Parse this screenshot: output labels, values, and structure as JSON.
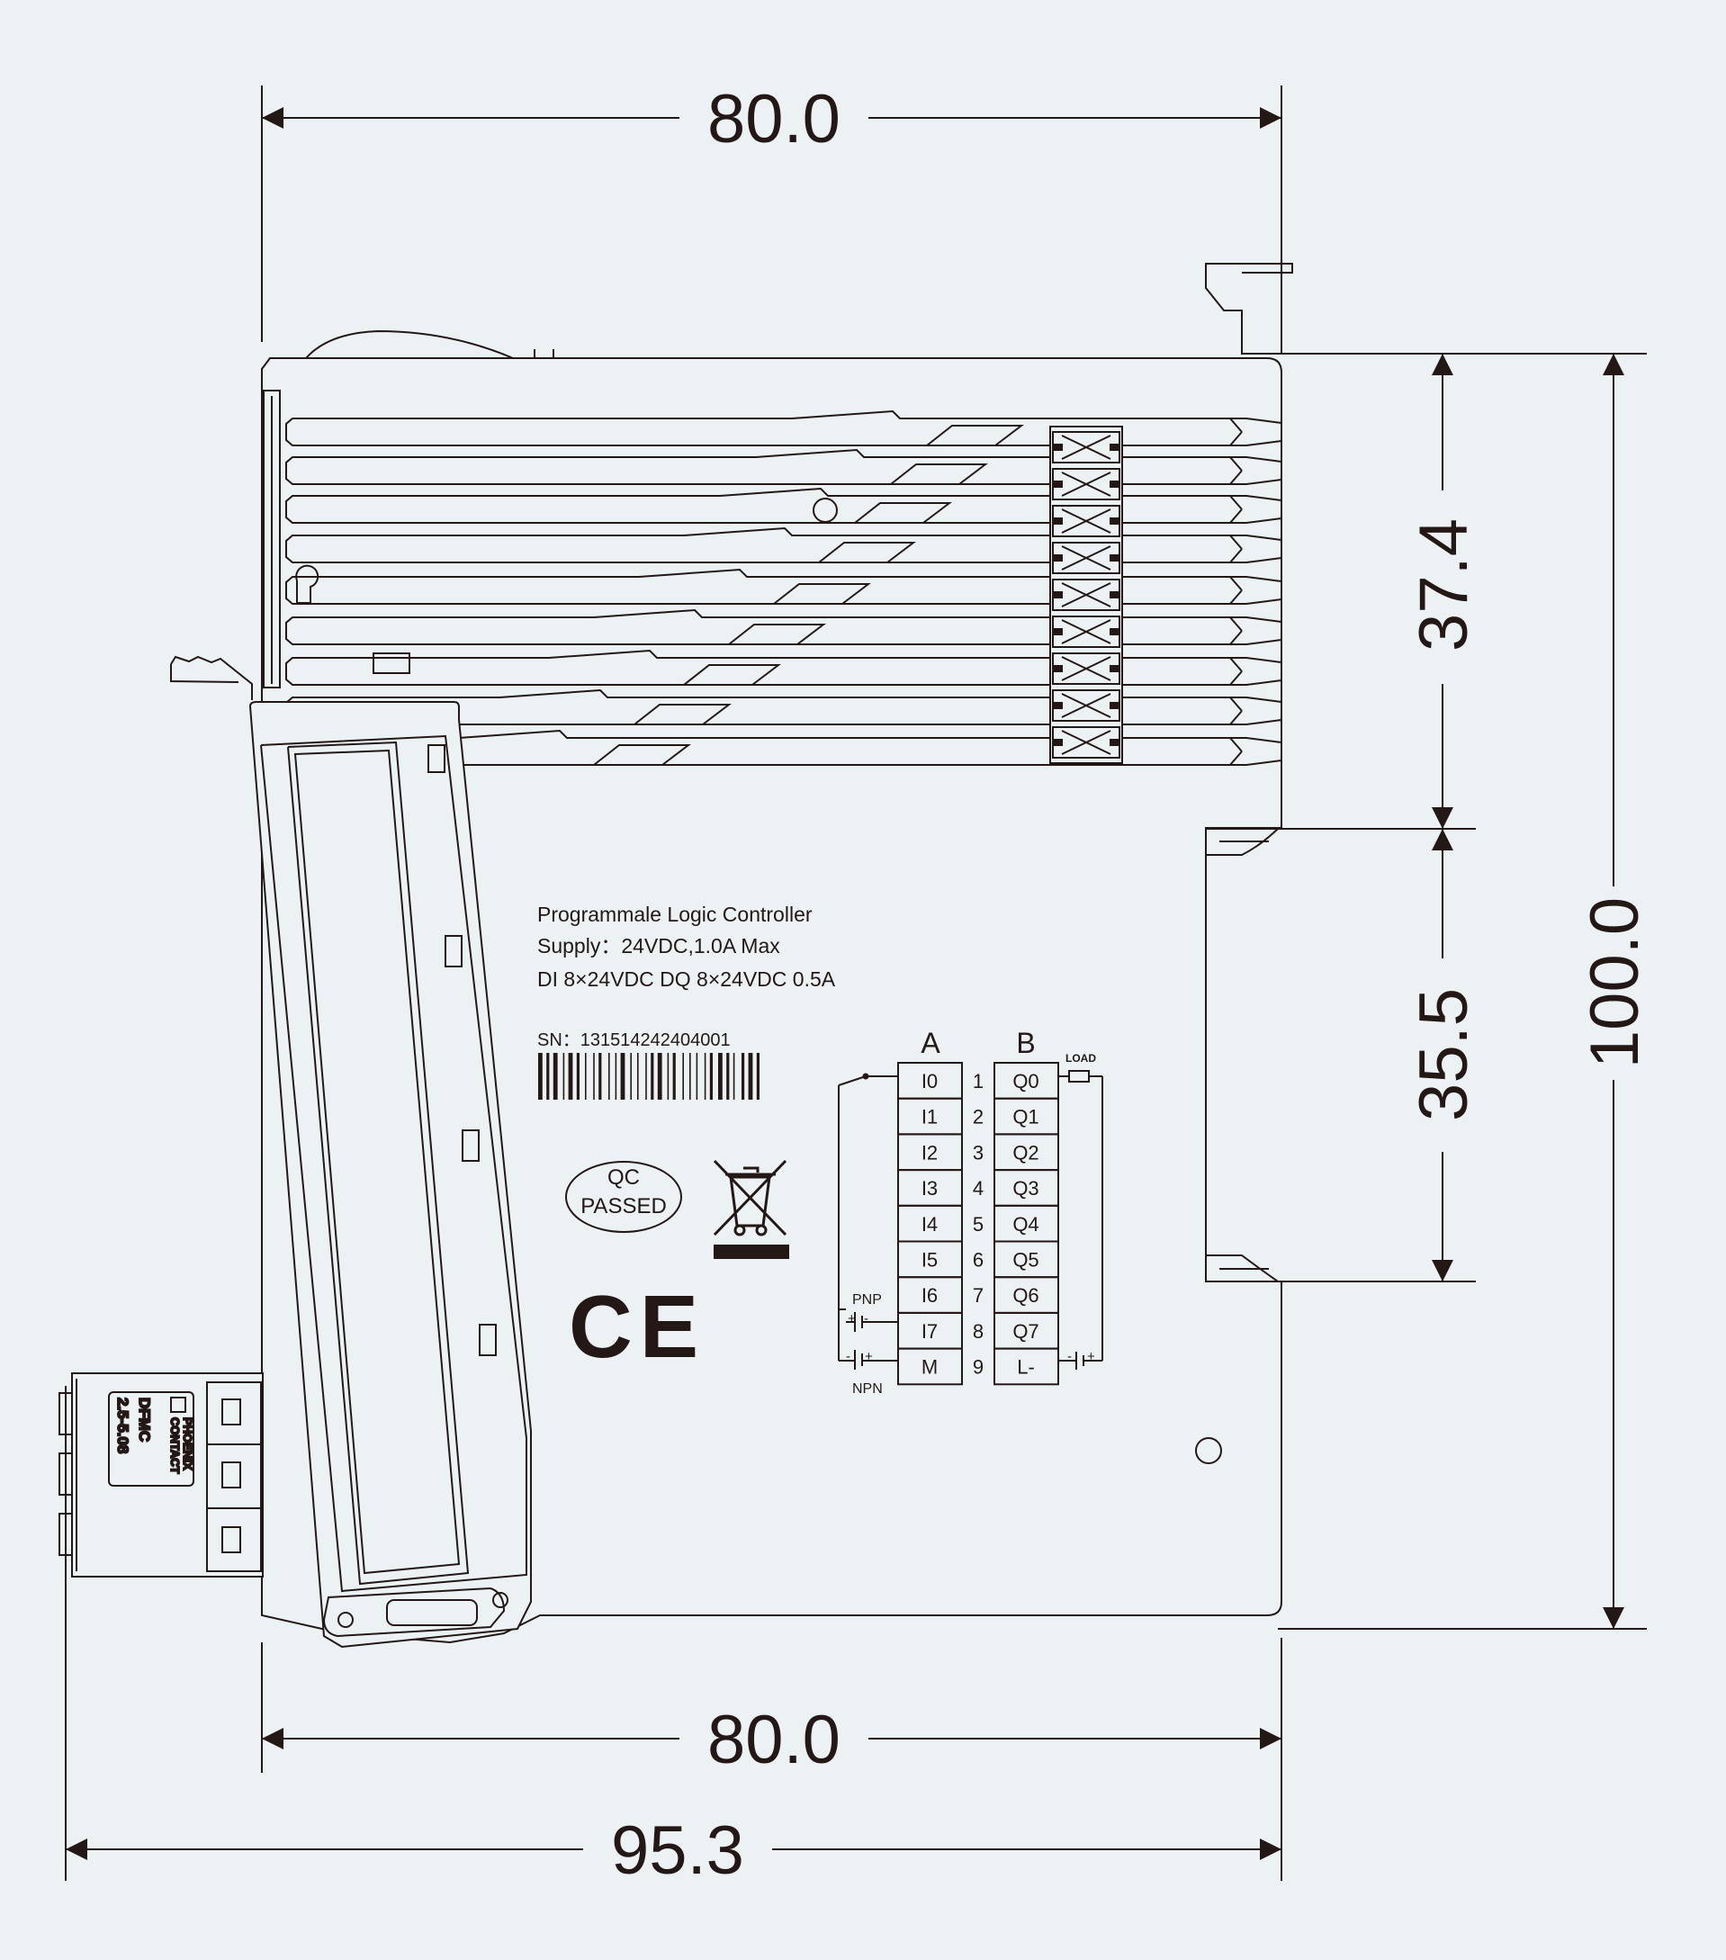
{
  "dimensions": {
    "top_width": "80.0",
    "bottom_width": "80.0",
    "overall_width": "95.3",
    "upper_height": "37.4",
    "middle_height": "35.5",
    "total_height": "100.0"
  },
  "label": {
    "line1": "Programmale Logic Controller",
    "line2": "Supply：24VDC,1.0A  Max",
    "line3": "DI 8×24VDC DQ 8×24VDC 0.5A",
    "serial": "SN：131514242404001"
  },
  "qc": {
    "line1": "QC",
    "line2": "PASSED"
  },
  "ce_mark": "CE",
  "wiring": {
    "column_a": "A",
    "column_b": "B",
    "load_label": "LOAD",
    "pnp_label": "PNP",
    "npn_label": "NPN",
    "inputs": [
      "I0",
      "I1",
      "I2",
      "I3",
      "I4",
      "I5",
      "I6",
      "I7",
      "M"
    ],
    "pins": [
      "1",
      "2",
      "3",
      "4",
      "5",
      "6",
      "7",
      "8",
      "9"
    ],
    "outputs": [
      "Q0",
      "Q1",
      "Q2",
      "Q3",
      "Q4",
      "Q5",
      "Q6",
      "Q7",
      "L-"
    ]
  },
  "connector": {
    "brand_line1": "PHOENIX",
    "brand_line2": "CONTACT",
    "model_line1": "DFMC",
    "model_line2": "2.5-5.08"
  },
  "colors": {
    "background": "#ecf1f4",
    "line": "#231815"
  },
  "icons": [
    "weee-bin-icon",
    "phoenix-logo-icon"
  ]
}
